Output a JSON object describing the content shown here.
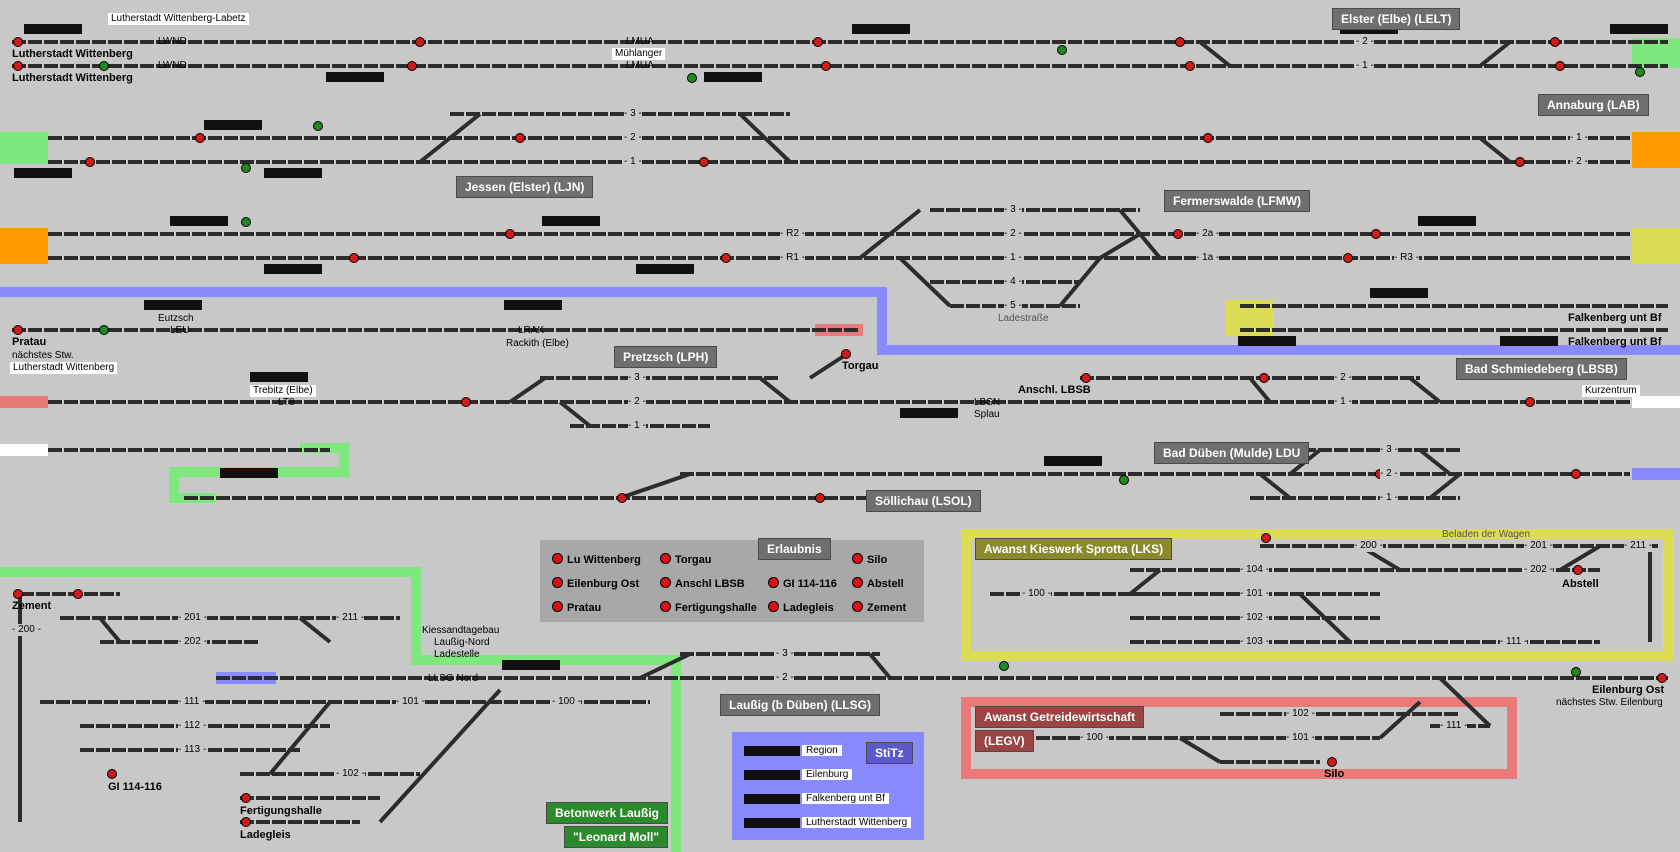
{
  "colors": {
    "background": "#c8c8c8",
    "track": "#2c2c2c",
    "signal_red": "#d11a1a",
    "signal_green": "#1f8a1f",
    "zone_green": "#7ee87e",
    "zone_blue": "#8a8aff",
    "zone_yellow": "#dcdc55",
    "zone_red": "#ea7a7a",
    "zone_orange": "#ff9900",
    "station_box": "#6f6f6f"
  },
  "stations": {
    "elster": "Elster (Elbe)   (LELT)",
    "annaburg": "Annaburg (LAB)",
    "jessen": "Jessen (Elster) (LJN)",
    "fermerswalde": "Fermerswalde (LFMW)",
    "pretzsch": "Pretzsch (LPH)",
    "bad_schmiedeberg": "Bad Schmiedeberg (LBSB)",
    "bad_dueben": "Bad Düben (Mulde) LDU",
    "soellichau": "Söllichau (LSOL)",
    "kieswerk": "Awanst Kieswerk Sprotta (LKS)",
    "getreide_1": "Awanst Getreidewirtschaft",
    "getreide_2": "(LEGV)",
    "laussig": "Laußig (b Düben)  (LLSG)",
    "erlaubnis": "Erlaubnis",
    "stitz": "StiTz",
    "betonwerk_1": "Betonwerk Laußig",
    "betonwerk_2": "\"Leonard Moll\""
  },
  "labels": {
    "lw_labetz": "Lutherstadt Wittenberg-Labetz",
    "lw_1": "Lutherstadt Wittenberg",
    "lw_2": "Lutherstadt Wittenberg",
    "lwnd_1": "LWND",
    "lwnd_2": "LWND",
    "lmua_1": "LMUA",
    "lmua_2": "LMUA",
    "muehlanger": "Mühlanger",
    "pratau": "Pratau",
    "naechstes_1": "nächstes Stw.",
    "pratau_lw": "Lutherstadt Wittenberg",
    "eutzsch": "Eutzsch",
    "leu": "LEU",
    "lrak": "LRAK",
    "rackith": "Rackith (Elbe)",
    "torgau": "Torgau",
    "trebitz": "Trebitz (Elbe)",
    "lt8": "LT8",
    "anschl_lbsb": "Anschl. LBSB",
    "lbsn": "LBSN",
    "splau": "Splau",
    "kurzentrum": "Kurzentrum",
    "falkenberg_1": "Falkenberg unt Bf",
    "falkenberg_2": "Falkenberg unt Bf",
    "ladestrasse": "Ladestraße",
    "beladen": "Beladen der Wagen",
    "abstell": "Abstell",
    "zement": "Zement",
    "gi": "GI 114-116",
    "fertigungshalle": "Fertigungshalle",
    "ladegleis": "Ladegleis",
    "kiessandtagebau": "Kiessandtagebau",
    "laussig_nord": "Laußig-Nord",
    "ladestelle": "Ladestelle",
    "llsg_nord": "LLSG Nord",
    "silo": "Silo",
    "eilenburg_ost": "Eilenburg Ost",
    "naechstes_2": "nächstes Stw. Eilenburg"
  },
  "erlaubnis_items": [
    "Lu Wittenberg",
    "Torgau",
    "Silo",
    "Eilenburg Ost",
    "Anschl LBSB",
    "GI 114-116",
    "Abstell",
    "Pratau",
    "Fertigungshalle",
    "Ladegleis",
    "Zement"
  ],
  "stitz_items": [
    "Region",
    "Eilenburg",
    "Falkenberg unt Bf",
    "Lutherstadt Wittenberg"
  ],
  "track_numbers": [
    "- 2 -",
    "- 1 -",
    "- 3 -",
    "- 2 -",
    "- 1 -",
    "- 1 -",
    "- 2 -",
    "- R2 -",
    "- R1 -",
    "- 3 -",
    "- 2 -",
    "- 1 -",
    "- 4 -",
    "- 5 -",
    "- 2a -",
    "- 1a -",
    "- R3 -",
    "- 2 -",
    "- 1 -",
    "- 3 -",
    "- 2 -",
    "- 1 -",
    "- 3 -",
    "- 2 -",
    "- 1 -",
    "- 200 -",
    "- 201 -",
    "- 202 -",
    "- 211 -",
    "- 104 -",
    "- 101 -",
    "- 102 -",
    "- 103 -",
    "- 111 -",
    "- 100 -",
    "- 200 -",
    "- 201 -",
    "- 202 -",
    "- 211 -",
    "- 111 -",
    "- 101 -",
    "- 100 -",
    "- 112 -",
    "- 113 -",
    "- 102 -",
    "- 3 -",
    "- 2 -",
    "- 102 -",
    "- 101 -",
    "- 100 -",
    "- 111 -"
  ]
}
